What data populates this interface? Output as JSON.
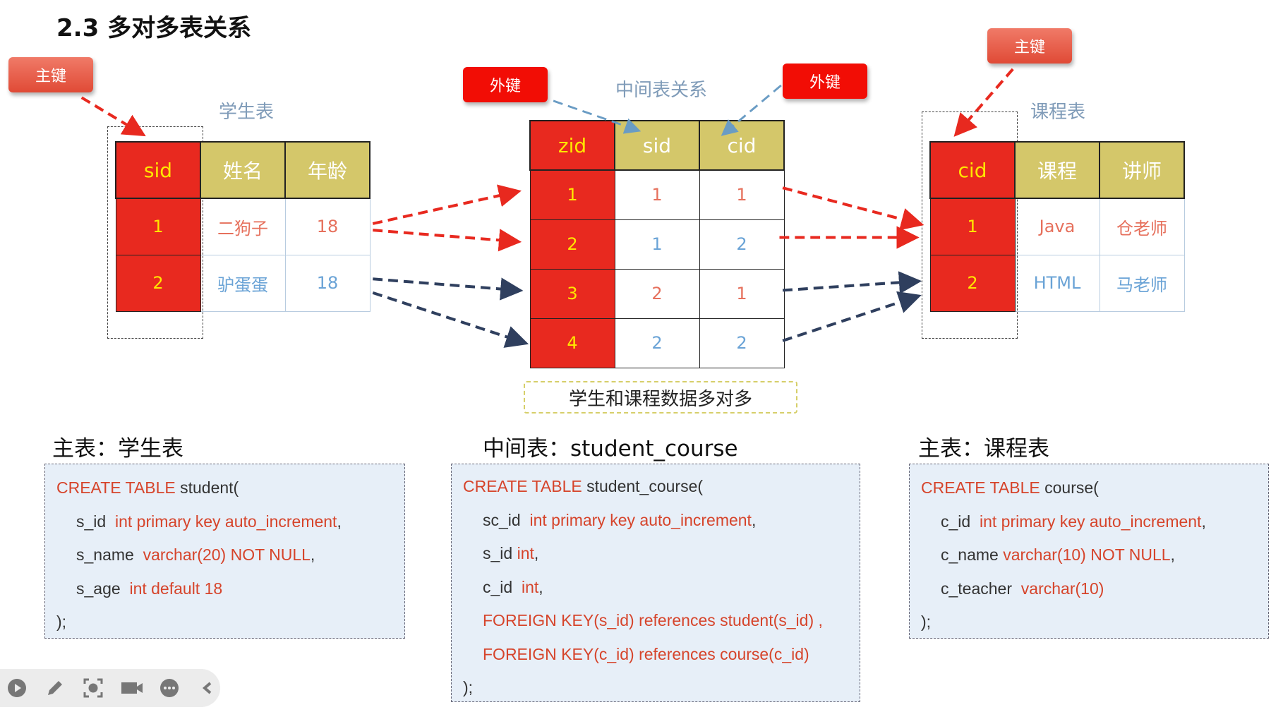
{
  "title": "2.3 多对多表关系",
  "badges": {
    "pk": "主键",
    "fk": "外键"
  },
  "labels": {
    "student": "学生表",
    "middle": "中间表关系",
    "course": "课程表"
  },
  "student_table": {
    "headers": [
      "sid",
      "姓名",
      "年龄"
    ],
    "rows": [
      [
        "1",
        "二狗子",
        "18"
      ],
      [
        "2",
        "驴蛋蛋",
        "18"
      ]
    ]
  },
  "middle_table": {
    "headers": [
      "zid",
      "sid",
      "cid"
    ],
    "rows": [
      [
        "1",
        "1",
        "1"
      ],
      [
        "2",
        "1",
        "2"
      ],
      [
        "3",
        "2",
        "1"
      ],
      [
        "4",
        "2",
        "2"
      ]
    ]
  },
  "course_table": {
    "headers": [
      "cid",
      "课程",
      "讲师"
    ],
    "rows": [
      [
        "1",
        "Java",
        "仓老师"
      ],
      [
        "2",
        "HTML",
        "马老师"
      ]
    ]
  },
  "caption": "学生和课程数据多对多",
  "sections": {
    "left": "主表：学生表",
    "middle": "中间表：student_course",
    "right": "主表：课程表"
  },
  "code": {
    "left": [
      [
        [
          "CREATE TABLE ",
          "kw"
        ],
        [
          "student(",
          ""
        ]
      ],
      [
        [
          "s_id  ",
          ""
        ],
        [
          "int primary key auto_increment",
          "kw"
        ],
        [
          ",",
          ""
        ]
      ],
      [
        [
          "s_name  ",
          ""
        ],
        [
          "varchar(20) NOT NULL",
          "kw"
        ],
        [
          ",",
          ""
        ]
      ],
      [
        [
          "s_age  ",
          ""
        ],
        [
          "int default 18",
          "kw"
        ]
      ],
      [
        [
          ");",
          ""
        ]
      ]
    ],
    "middle": [
      [
        [
          "CREATE TABLE ",
          "kw"
        ],
        [
          "student_course(",
          ""
        ]
      ],
      [
        [
          "sc_id  ",
          ""
        ],
        [
          "int primary key auto_increment",
          "kw"
        ],
        [
          ",",
          ""
        ]
      ],
      [
        [
          "s_id ",
          ""
        ],
        [
          "int",
          "kw"
        ],
        [
          ",",
          ""
        ]
      ],
      [
        [
          "c_id  ",
          ""
        ],
        [
          "int",
          "kw"
        ],
        [
          ",",
          ""
        ]
      ],
      [
        [
          "FOREIGN KEY(s_id) references student(s_id) ,",
          "kw"
        ]
      ],
      [
        [
          "FOREIGN KEY(c_id) references course(c_id)",
          "kw"
        ]
      ],
      [
        [
          ");",
          ""
        ]
      ]
    ],
    "right": [
      [
        [
          "CREATE TABLE ",
          "kw"
        ],
        [
          "course(",
          ""
        ]
      ],
      [
        [
          "c_id  ",
          ""
        ],
        [
          "int primary key auto_increment",
          "kw"
        ],
        [
          ",",
          ""
        ]
      ],
      [
        [
          "c_name ",
          ""
        ],
        [
          "varchar(10) NOT NULL",
          "kw"
        ],
        [
          ",",
          ""
        ]
      ],
      [
        [
          "c_teacher  ",
          ""
        ],
        [
          "varchar(10)",
          "kw"
        ]
      ],
      [
        [
          ");",
          ""
        ]
      ]
    ]
  },
  "colors": {
    "red": "#e8291f",
    "khaki": "#d4c76a",
    "navy": "#2f3f5e",
    "fk_blue": "#6a9cc4"
  }
}
